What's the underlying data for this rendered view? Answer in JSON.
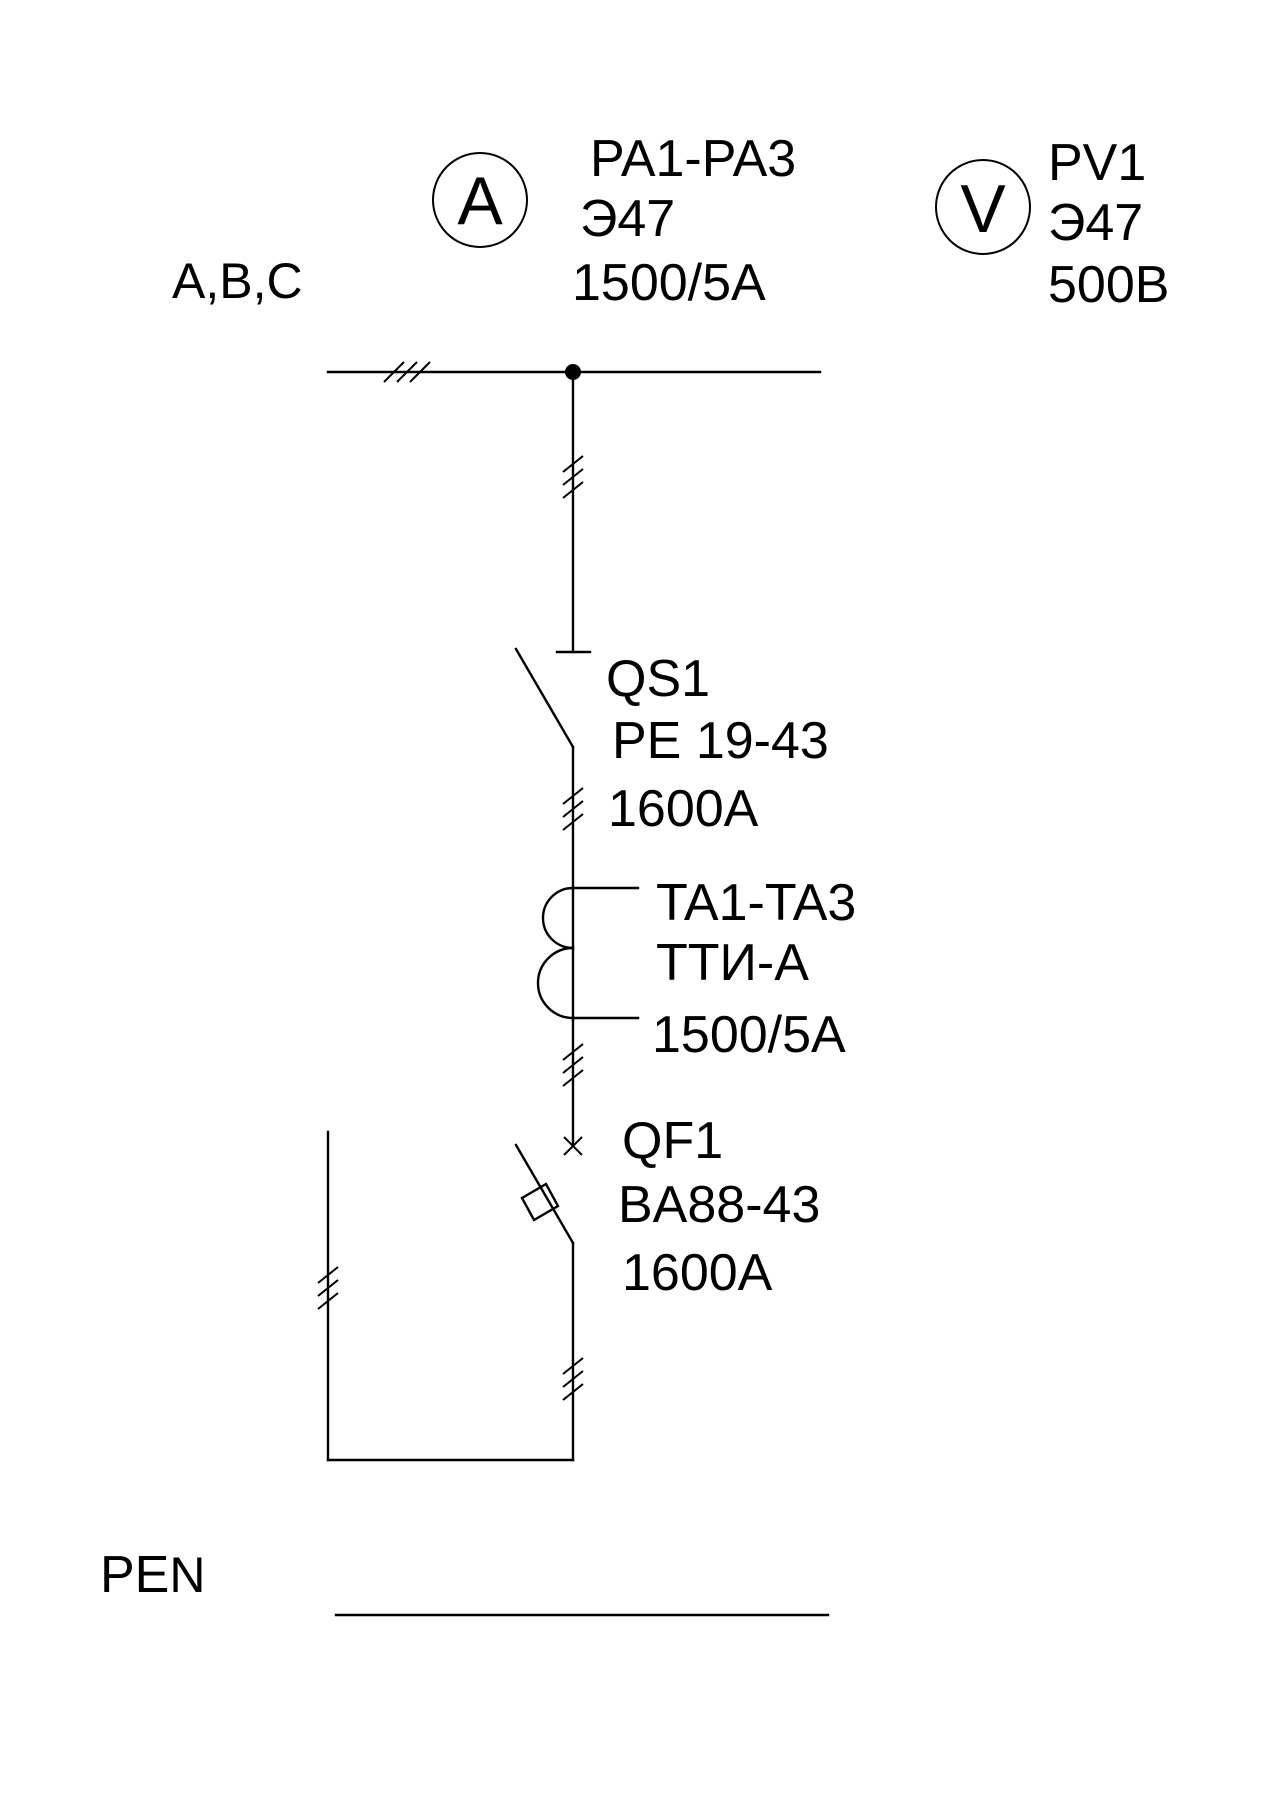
{
  "bus": {
    "phases_label": "A,B,C"
  },
  "ammeter": {
    "symbol": "A",
    "designation": "PA1-PA3",
    "type": "Э47",
    "rating": "1500/5A"
  },
  "voltmeter": {
    "symbol": "V",
    "designation": "PV1",
    "type": "Э47",
    "rating": "500B"
  },
  "disconnector": {
    "designation": "QS1",
    "type": "PE 19-43",
    "rating": "1600A"
  },
  "current_transformer": {
    "designation": "TA1-TA3",
    "type": "ТТИ-А",
    "rating": "1500/5A"
  },
  "breaker": {
    "designation": "QF1",
    "type": "BA88-43",
    "rating": "1600A"
  },
  "pen": {
    "label_pe": "PE",
    "label_n": "N"
  }
}
